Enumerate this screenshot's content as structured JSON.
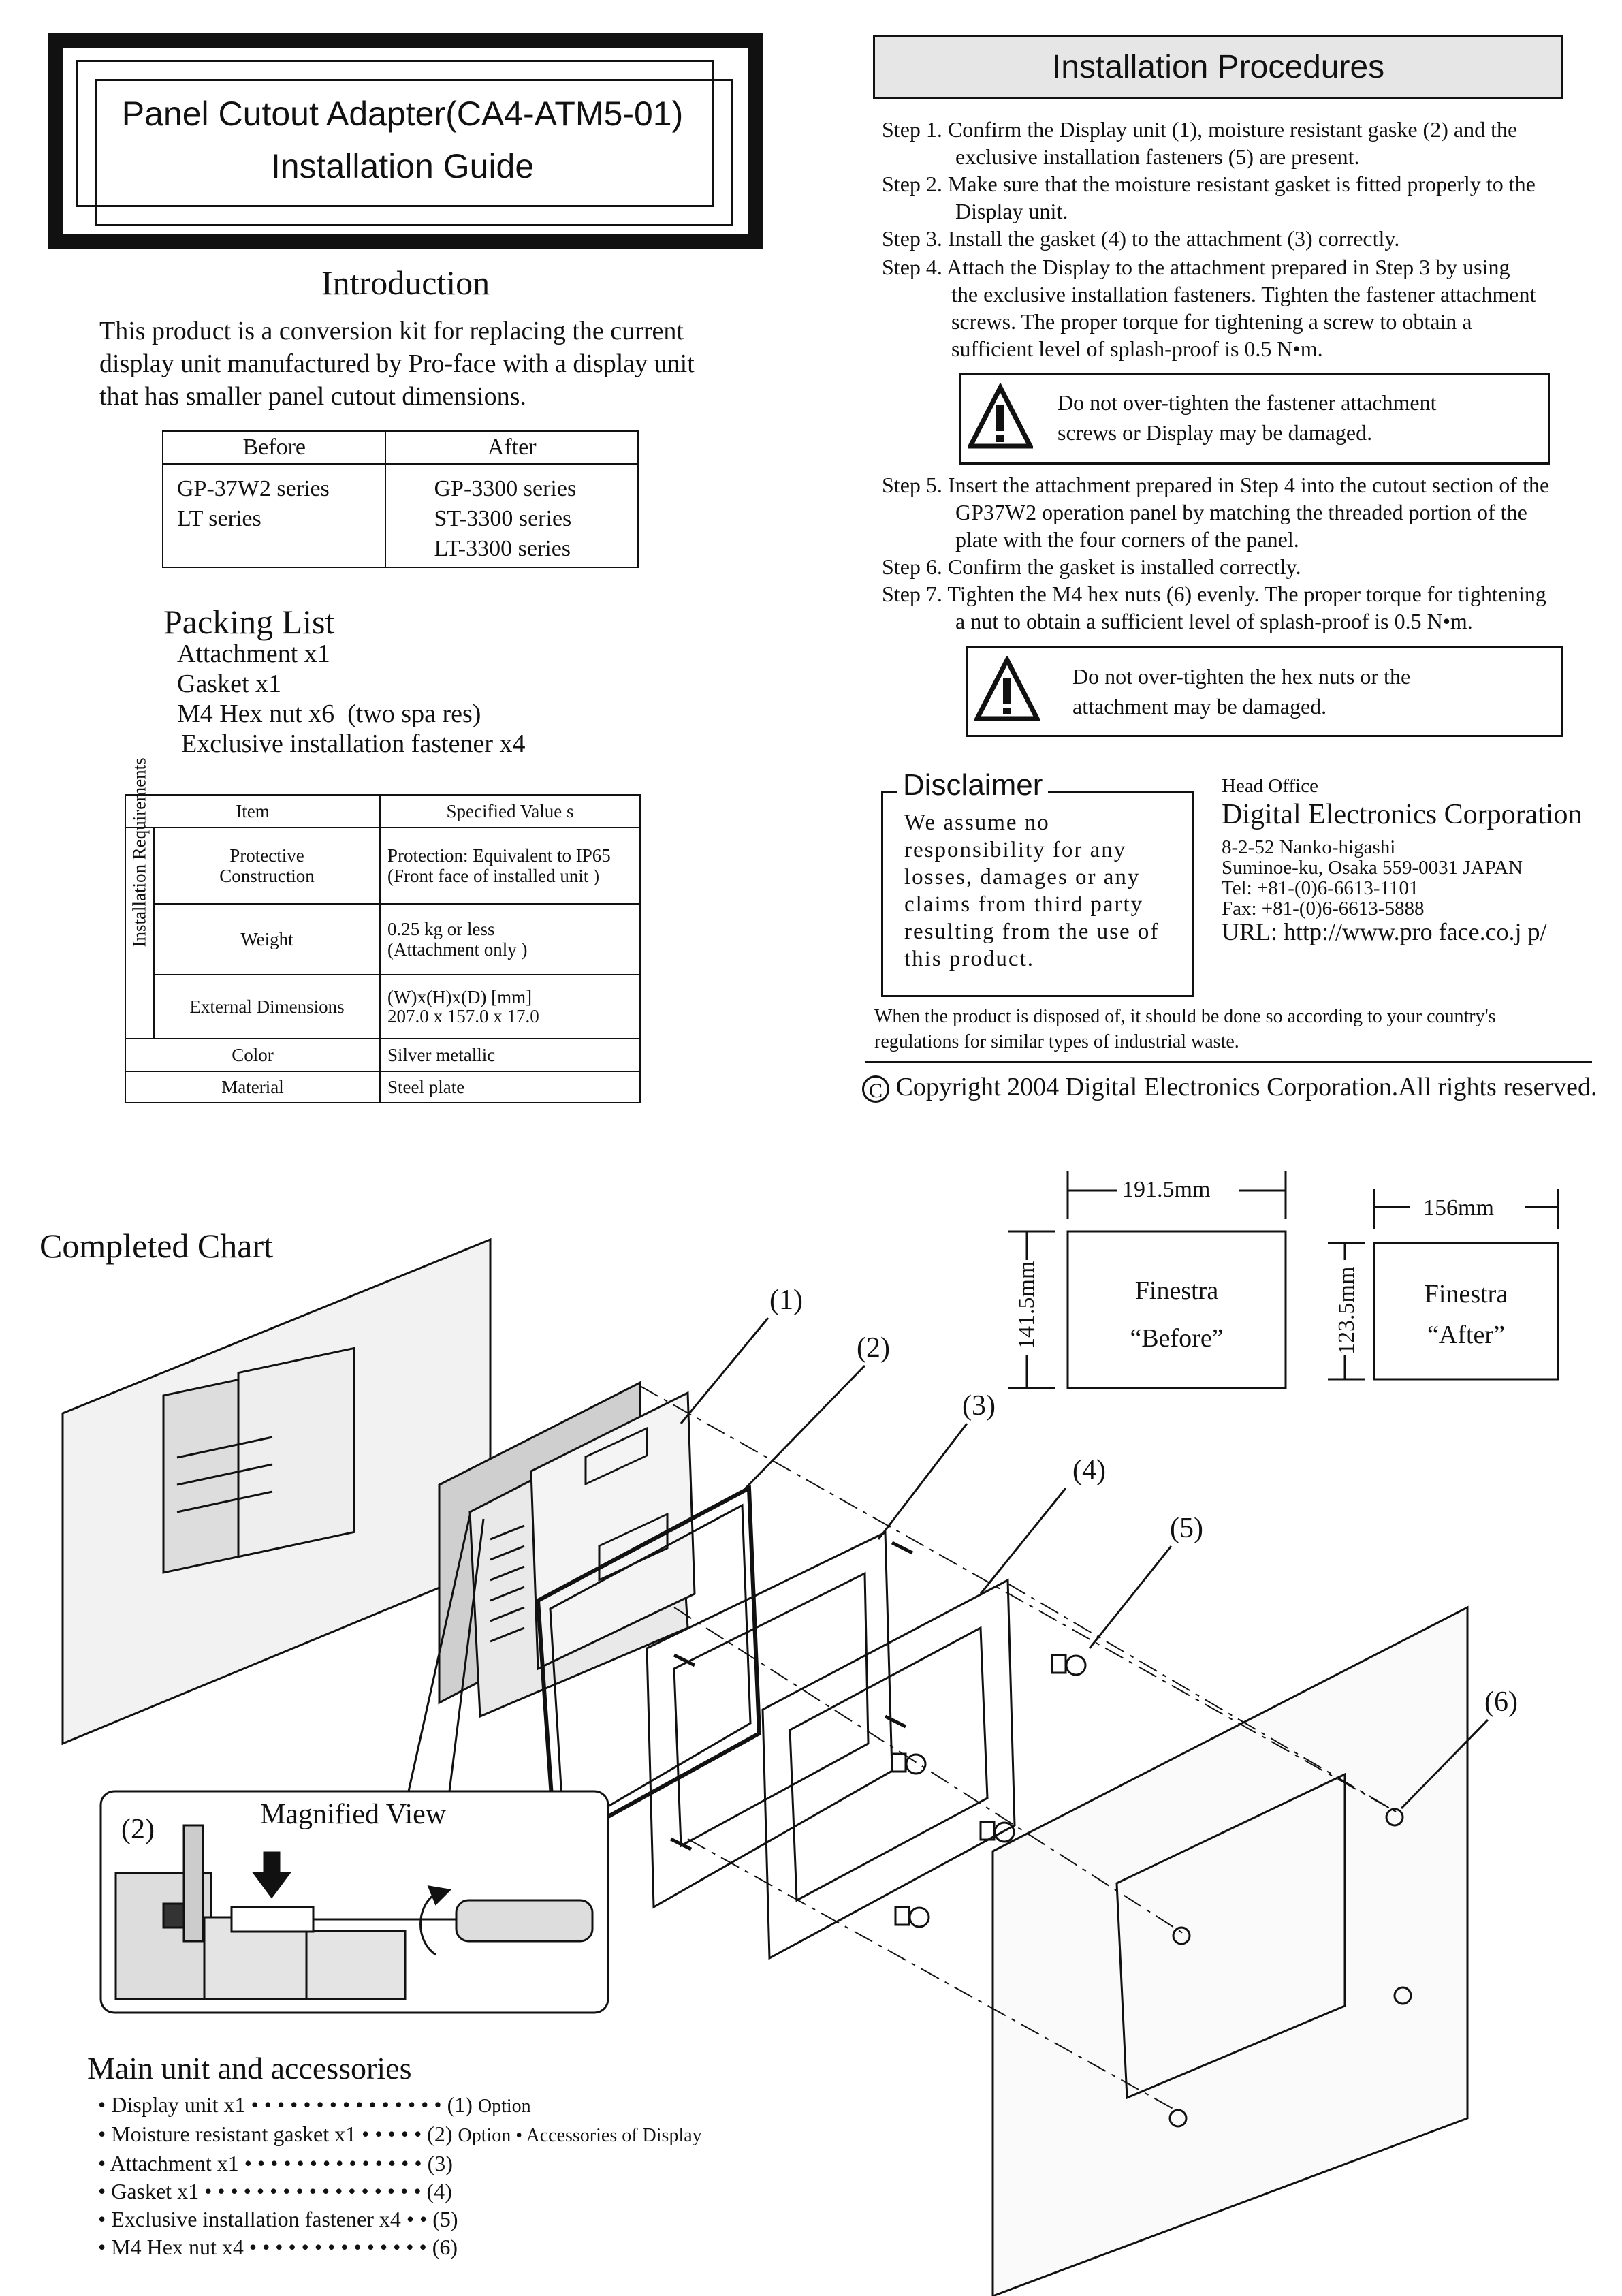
{
  "title": {
    "line1": "Panel Cutout Adapter(CA4-ATM5-01)",
    "line2": "Installation Guide"
  },
  "intro": {
    "heading": "Introduction",
    "text1": "This product is a conversion kit for replacing the current",
    "text2": "display unit manufactured by Pro-face with a display unit",
    "text3": "that has smaller panel cutout dimensions."
  },
  "compat_table": {
    "headers": [
      "Before",
      "After"
    ],
    "before": [
      "GP-37W2 series",
      "LT series"
    ],
    "after": [
      "GP-3300 series",
      "ST-3300 series",
      "LT-3300 series"
    ]
  },
  "packing": {
    "heading": "Packing List",
    "items": [
      "Attachment x1",
      "Gasket x1",
      "M4 Hex nut x6",
      "Exclusive installation fastener x4"
    ],
    "spares": "(two spa res)"
  },
  "spec_table": {
    "header_item": "Item",
    "header_values": "Specified Value s",
    "group_label": "Installation Requirements",
    "rows": [
      {
        "item": "Protective Construction",
        "value": "Protection: Equivalent to IP65\n(Front face of installed unit )"
      },
      {
        "item": "Weight",
        "value": "0.25 kg or less\n(Attachment only )"
      },
      {
        "item": "External Dimensions",
        "value": "(W)x(H)x(D) [mm]\n207.0 x 157.0 x 17.0"
      },
      {
        "item": "Color",
        "value": "Silver metallic"
      },
      {
        "item": "Material",
        "value": "Steel plate"
      }
    ]
  },
  "procedures": {
    "heading": "Installation Procedures",
    "steps": [
      [
        "Step 1. Confirm the Display unit (1), moisture resistant gaske (2) and the",
        "exclusive installation fasteners (5) are present."
      ],
      [
        "Step 2. Make sure that the moisture resistant gasket is fitted properly to the",
        "Display unit."
      ],
      [
        "Step 3. Install the gasket (4) to the attachment (3) correctly."
      ],
      [
        "Step 4. Attach the Display to the attachment prepared in Step 3 by using",
        "the exclusive installation fasteners. Tighten the fastener attachment",
        "screws.  The proper torque for tightening a screw to obtain a",
        "sufficient level of splash-proof is 0.5 N•m."
      ],
      [
        "Step 5. Insert the attachment prepared in Step 4 into the cutout section of the",
        "GP37W2 operation panel by matching the threaded portion of the",
        "plate with the four corners of the panel."
      ],
      [
        "Step 6. Confirm the gasket is installed correctly."
      ],
      [
        "Step 7. Tighten the M4 hex nuts (6) evenly.  The proper torque for tightening",
        "a nut to obtain a sufficient level of splash-proof is 0.5 N•m."
      ]
    ],
    "caution1": [
      "Do not over-tighten the fastener attachment",
      "screws or Display may be damaged."
    ],
    "caution2": [
      "Do not over-tighten the hex nuts or the",
      "attachment may be damaged."
    ]
  },
  "disclaimer": {
    "title": "Disclaimer",
    "text": [
      "We assume no",
      "responsibility for any",
      "losses, damages or any",
      "claims from third party",
      "resulting from the use of",
      "this product."
    ]
  },
  "head_office": {
    "label": "Head Office",
    "company": "Digital Electronics Corporation",
    "address1": "8-2-52 Nanko-higashi",
    "address2": "Suminoe-ku, Osaka 559-0031 JAPAN",
    "tel": "Tel: +81-(0)6-6613-1101",
    "fax": "Fax: +81-(0)6-6613-5888",
    "url": "URL: http://www.pro face.co.j p/"
  },
  "disposal": [
    "When the product is disposed of, it should be done so according to your country's",
    "regulations for similar types of industrial waste."
  ],
  "copyright": "Copyright 2004 Digital Electronics Corporation.All rights reserved.",
  "completed_chart": "Completed Chart",
  "magnified_view": "Magnified View",
  "callouts": [
    "(1)",
    "(2)",
    "(3)",
    "(4)",
    "(5)",
    "(6)",
    "(2)"
  ],
  "cutouts": {
    "before": {
      "width": "191.5mm",
      "height": "141.5mm",
      "name": "Finestra",
      "label": "“Before”"
    },
    "after": {
      "width": "156mm",
      "height": "123.5mm",
      "name": "Finestra",
      "label": "“After”"
    }
  },
  "accessories": {
    "heading": "Main unit and accessories",
    "items": [
      {
        "name": "• Display unit x1 • • • • • • • • • • • • • • •",
        "ref": "(1)",
        "note": "Option"
      },
      {
        "name": "• Moisture resistant gasket x1 • • • • •",
        "ref": "(2)",
        "note": "Option • Accessories of Display"
      },
      {
        "name": "• Attachment x1 • • • • • • • • • • • • • •",
        "ref": "(3)",
        "note": ""
      },
      {
        "name": "• Gasket x1 • • • • • • • • • • • • • • • • •",
        "ref": "(4)",
        "note": ""
      },
      {
        "name": "• Exclusive installation fastener x4 • •",
        "ref": "(5)",
        "note": ""
      },
      {
        "name": "• M4 Hex nut x4 • • • • • • • • • • • • • •",
        "ref": "(6)",
        "note": ""
      }
    ]
  }
}
